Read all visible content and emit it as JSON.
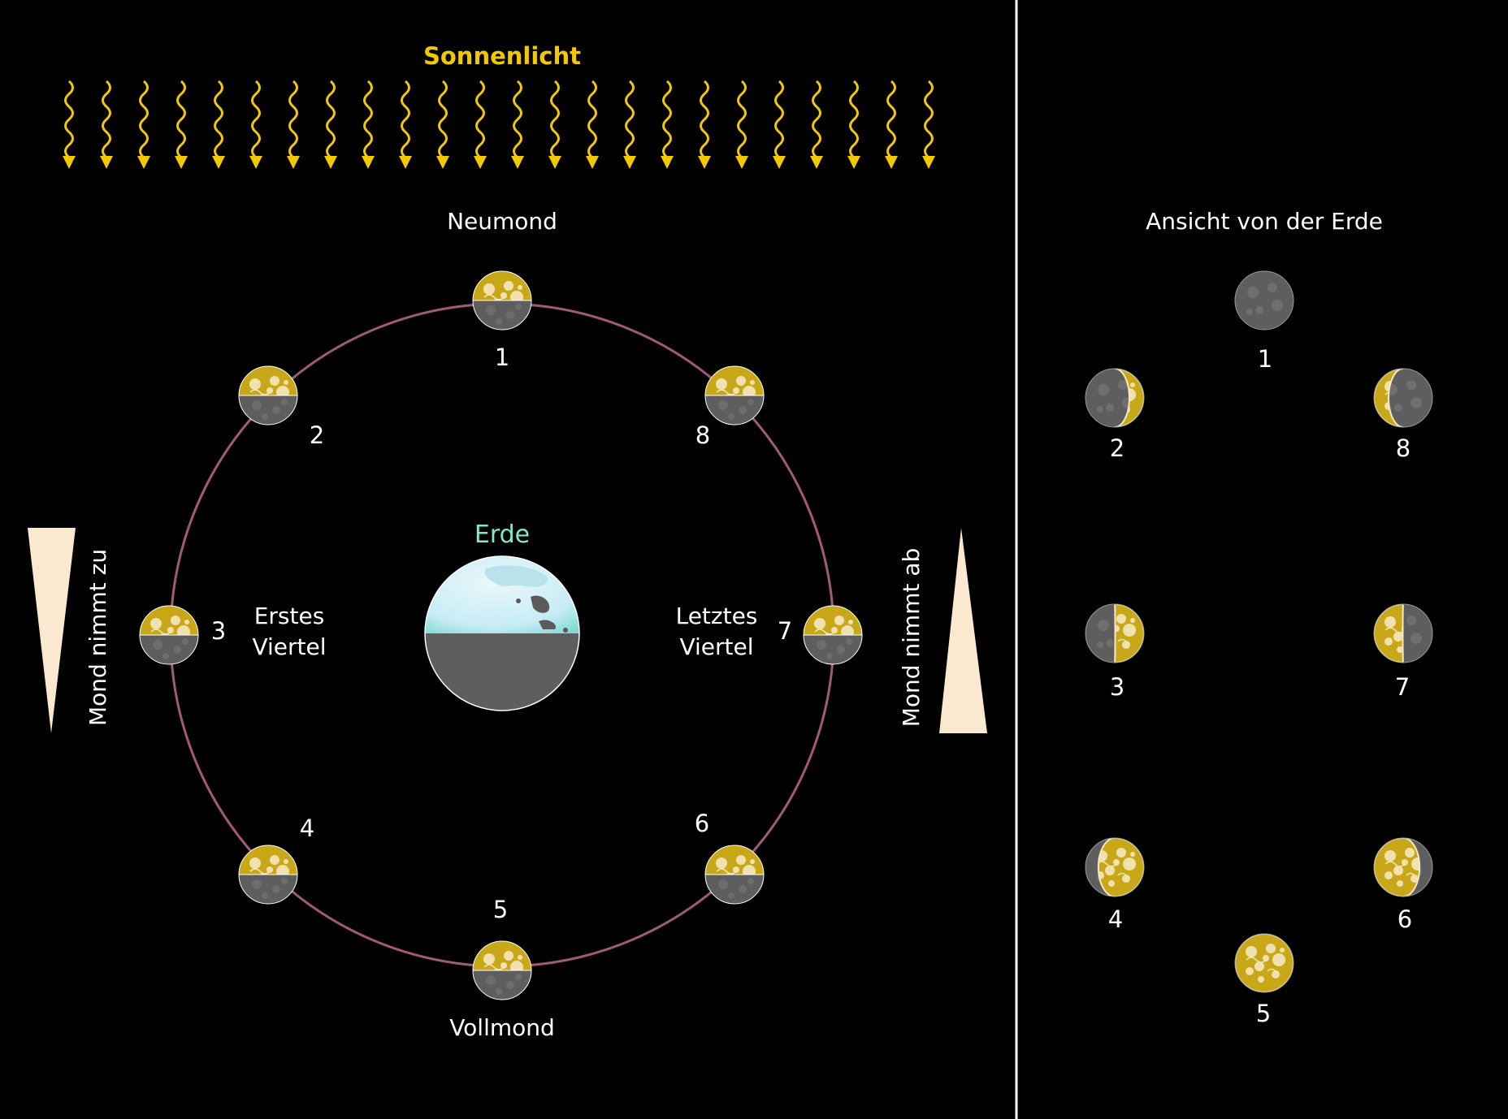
{
  "labels": {
    "sunlight": "Sonnenlicht",
    "new_moon": "Neumond",
    "full_moon": "Vollmond",
    "earth": "Erde",
    "first_quarter_line1": "Erstes",
    "first_quarter_line2": "Viertel",
    "last_quarter_line1": "Letztes",
    "last_quarter_line2": "Viertel",
    "waxing": "Mond nimmt zu",
    "waning": "Mond nimmt ab",
    "view_from_earth": "Ansicht von der Erde"
  },
  "orbit_numbers": [
    "1",
    "2",
    "3",
    "4",
    "5",
    "6",
    "7",
    "8"
  ],
  "phase_numbers": [
    "1",
    "2",
    "3",
    "4",
    "5",
    "6",
    "7",
    "8"
  ],
  "colors": {
    "background": "#000000",
    "sunlight": "#f2c800",
    "orbit": "#a05a78",
    "moon_lit": "#c8a818",
    "moon_lit_light": "#f5e7c0",
    "moon_dark": "#5e5e5e",
    "earth_ocean": "#cdeef7",
    "earth_dark": "#5e5e5e",
    "wedge": "#fbe9cf",
    "divider": "#ffffff"
  }
}
